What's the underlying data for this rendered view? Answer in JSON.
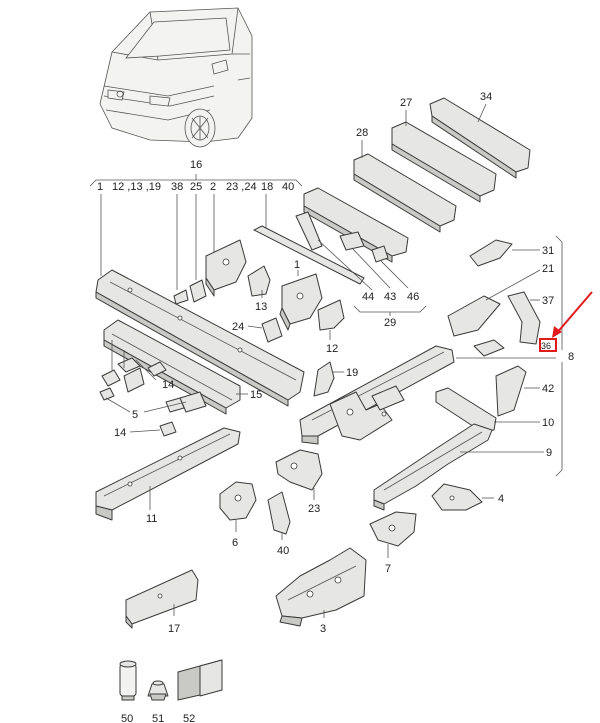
{
  "callouts": {
    "c16": "16",
    "c1": "1",
    "c12_13_19": "12 ,13 ,19",
    "c38": "38",
    "c25": "25",
    "c2": "2",
    "c23_24": "23 ,24",
    "c18": "18",
    "c40": "40",
    "c27": "27",
    "c34": "34",
    "c28": "28",
    "c31": "31",
    "c21": "21",
    "c37": "37",
    "c36": "36",
    "c8": "8",
    "c42": "42",
    "c10": "10",
    "c9": "9",
    "c4": "4",
    "c44": "44",
    "c43": "43",
    "c46": "46",
    "c29": "29",
    "c1b": "1",
    "c13": "13",
    "c24": "24",
    "c12": "12",
    "c19": "19",
    "c14a": "14",
    "c15": "15",
    "c5": "5",
    "c14b": "14",
    "c11": "11",
    "c6": "6",
    "c23": "23",
    "c40b": "40",
    "c7": "7",
    "c3": "3",
    "c17": "17",
    "c50": "50",
    "c51": "51",
    "c52": "52"
  },
  "highlight": {
    "color": "#e01b1b",
    "part": "36"
  }
}
